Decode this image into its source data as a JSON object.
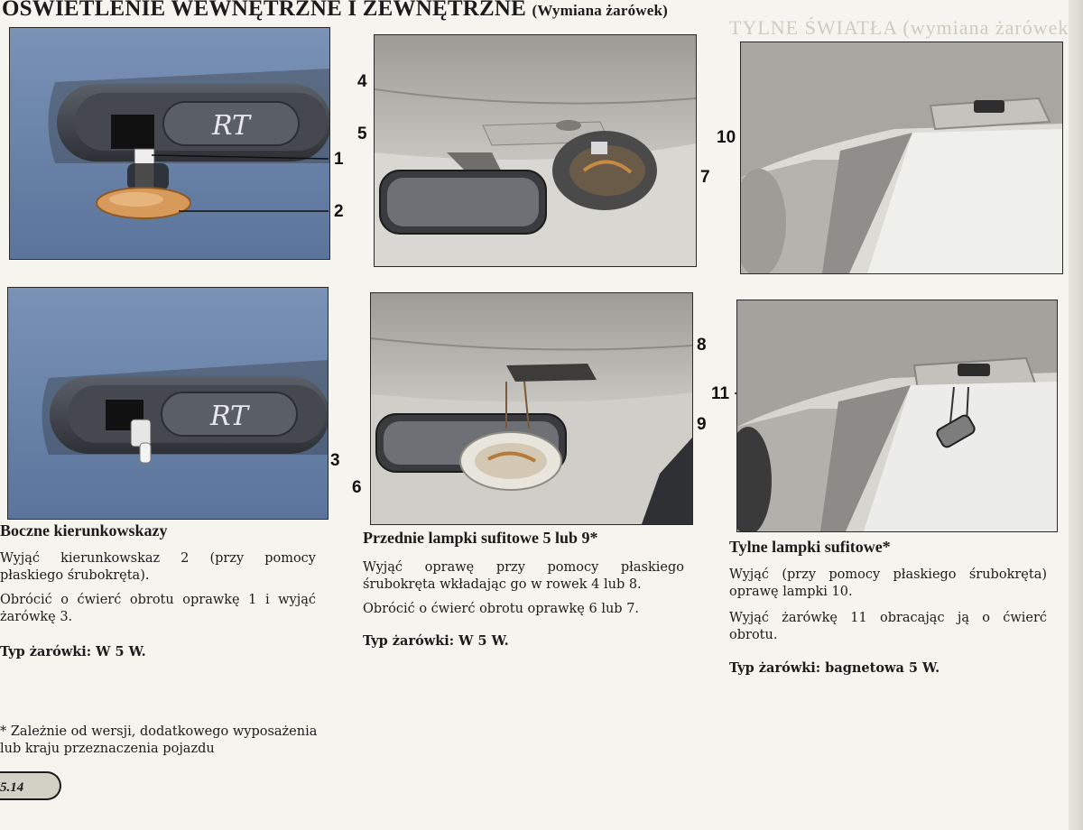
{
  "page": {
    "title": "OŚWIETLENIE WEWNĘTRZNE I ZEWNĘTRZNE",
    "subtitle": "(Wymiana żarówek)",
    "page_number": "5.14"
  },
  "figures": {
    "fig1": {
      "badge": "RT",
      "callouts": [
        "1",
        "2"
      ]
    },
    "fig2": {
      "badge": "RT",
      "callouts": [
        "3"
      ]
    },
    "fig3": {
      "callouts": [
        "4",
        "5",
        "7"
      ]
    },
    "fig4": {
      "callouts": [
        "8",
        "9",
        "6"
      ]
    },
    "fig5": {
      "callouts": [
        "10"
      ]
    },
    "fig6": {
      "callouts": [
        "11"
      ]
    }
  },
  "sections": {
    "side": {
      "title": "Boczne kierunkowskazy",
      "paragraphs": [
        "Wyjąć kierunkowskaz 2 (przy pomocy płaskiego śrubokręta).",
        "Obrócić o ćwierć obrotu oprawkę 1 i wyjąć żarówkę 3."
      ],
      "bulb": "Typ żarówki: W 5 W."
    },
    "front": {
      "title": "Przednie lampki sufitowe 5 lub 9*",
      "paragraphs": [
        "Wyjąć oprawę przy pomocy płaskiego śrubokręta wkładając go w rowek 4 lub 8.",
        "Obrócić o ćwierć obrotu oprawkę 6 lub 7."
      ],
      "bulb": "Typ żarówki: W 5 W."
    },
    "rear": {
      "title": "Tylne lampki sufitowe*",
      "paragraphs": [
        "Wyjąć (przy pomocy płaskiego śrubokręta) oprawę lampki 10.",
        "Wyjąć żarówkę 11 obracając ją o ćwierć obrotu."
      ],
      "bulb": "Typ żarówki: bagnetowa 5 W."
    }
  },
  "footnote": "* Zależnie od wersji, dodatkowego wyposażenia lub kraju przeznaczenia pojazdu",
  "colors": {
    "paper": "#f6f4ee",
    "car_paint": "#6b86ad",
    "trim": "#3d4147",
    "headliner": "#a9a8a3",
    "amber_lens": "#d89a5a"
  }
}
